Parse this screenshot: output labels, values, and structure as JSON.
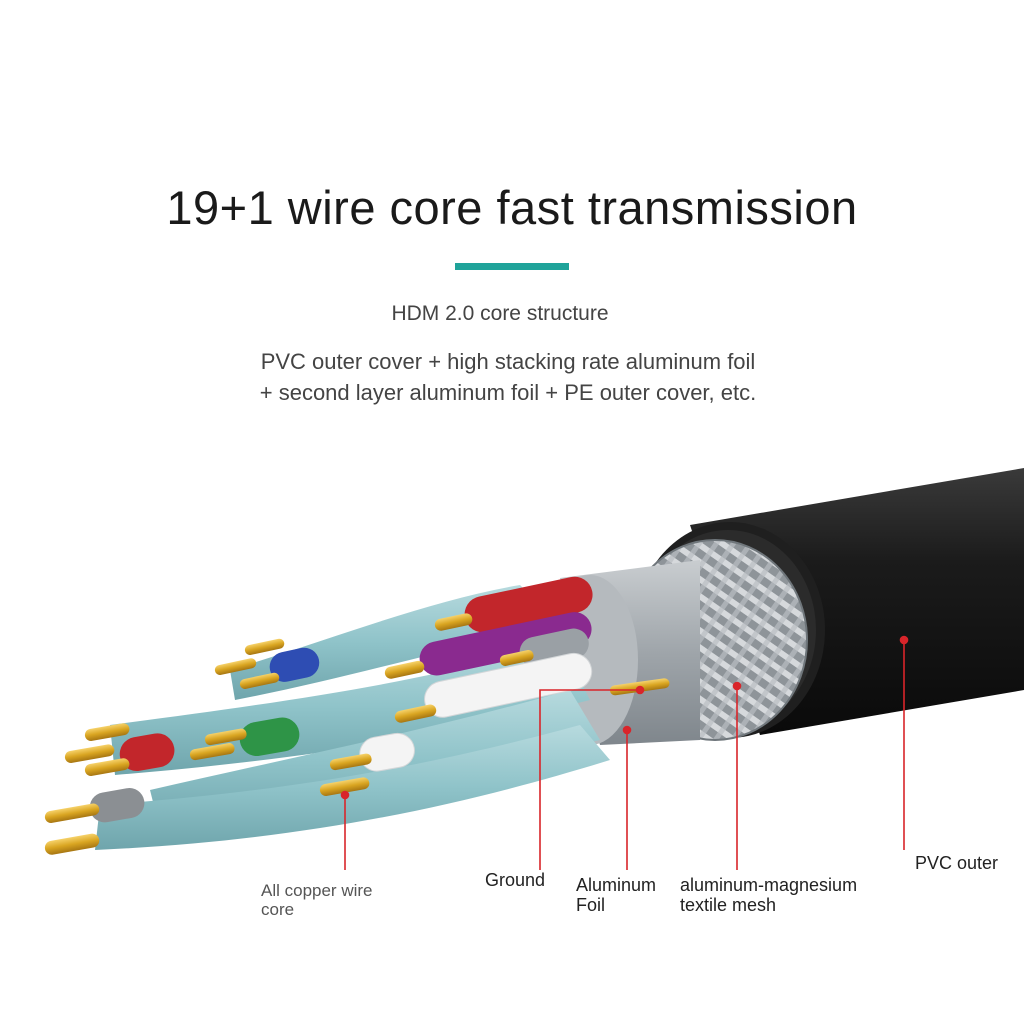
{
  "title": "19+1 wire core fast transmission",
  "subtitle": "HDM 2.0 core structure",
  "description": {
    "line1": "PVC outer cover + high stacking rate aluminum foil",
    "line2": "+ second layer aluminum foil + PE outer cover, etc."
  },
  "callouts": {
    "copper_core": {
      "line1": "All copper wire",
      "line2": "core"
    },
    "ground": "Ground",
    "aluminum_foil": {
      "line1": "Aluminum",
      "line2": "Foil"
    },
    "mesh": {
      "line1": "aluminum-magnesium",
      "line2": "textile mesh"
    },
    "pvc": "PVC outer"
  },
  "colors": {
    "accent": "#1fa39a",
    "callout_line": "#d9252a",
    "jacket": "#151515",
    "foil_pair": "#8fc3c9",
    "copper": "#d9a521"
  }
}
